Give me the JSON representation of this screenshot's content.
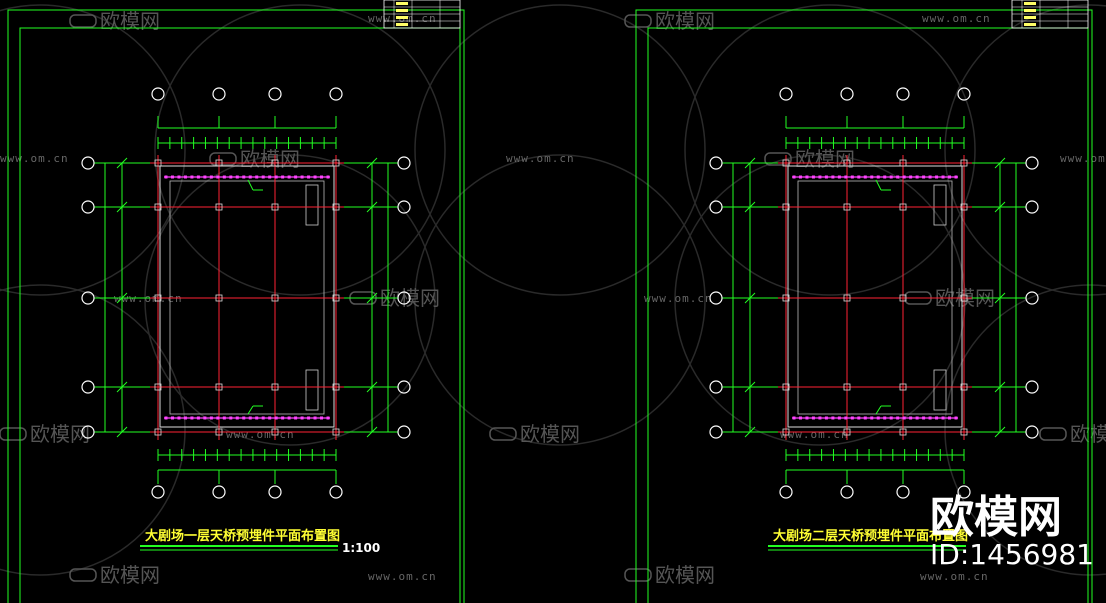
{
  "drawings": [
    {
      "id": "left",
      "title": "大剧场一层天桥预埋件平面布置图",
      "scale": "1:100"
    },
    {
      "id": "right",
      "title": "大剧场二层天桥预埋件平面布置图",
      "scale": ""
    }
  ],
  "watermark": {
    "brand": "欧模网",
    "url": "www.om.cn"
  },
  "brand_badge": {
    "name": "欧模网",
    "id_text": "ID:1456981"
  },
  "colors": {
    "background": "#000000",
    "frame": "#22ff22",
    "grid": "#ff2233",
    "embed": "#ff44ff",
    "title": "#ffff33"
  }
}
